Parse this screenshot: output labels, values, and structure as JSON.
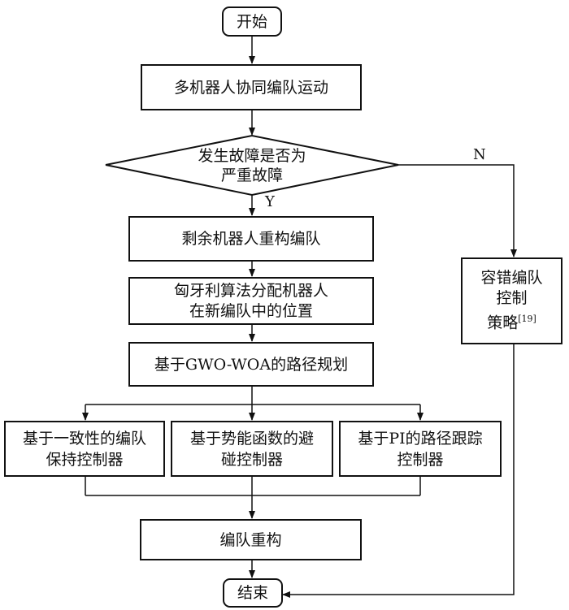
{
  "nodes": {
    "start": "开始",
    "multi_robot": "多机器人协同编队运动",
    "decision": "发生故障是否为\n严重故障",
    "reconfig": "剩余机器人重构编队",
    "hungarian": "匈牙利算法分配机器人\n在新编队中的位置",
    "path_plan": "基于GWO-WOA的路径规划",
    "consensus": "基于一致性的编队\n保持控制器",
    "potential": "基于势能函数的避\n碰控制器",
    "pi_track": "基于PI的路径跟踪\n控制器",
    "form_reconfig": "编队重构",
    "end": "结束",
    "fault_tolerant": "容错编队\n控制\n策略",
    "fault_tolerant_ref": "[19]"
  },
  "edge_labels": {
    "yes": "Y",
    "no": "N"
  }
}
